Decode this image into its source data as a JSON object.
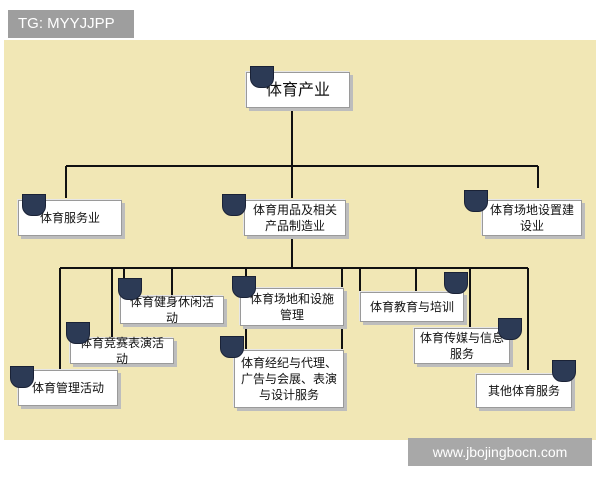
{
  "header_tag": "TG: MYYJJPP",
  "watermark": "www.jbojingbocn.com",
  "colors": {
    "background": "#f1e7b5",
    "line": "#111111",
    "tab": "#2c3a55"
  },
  "diagram": {
    "root": "体育产业",
    "level2": {
      "left": "体育服务业",
      "center": "体育用品及相关产品制造业",
      "right": "体育场地设置建设业"
    },
    "level3": {
      "leisure": "体育健身休闲活动",
      "venue": "体育场地和设施管理",
      "education": "体育教育与培训",
      "competition": "体育竞赛表演活动",
      "agency": "体育经纪与代理、广告与会展、表演与设计服务",
      "media": "体育传媒与信息服务",
      "management": "体育管理活动",
      "other": "其他体育服务"
    }
  }
}
